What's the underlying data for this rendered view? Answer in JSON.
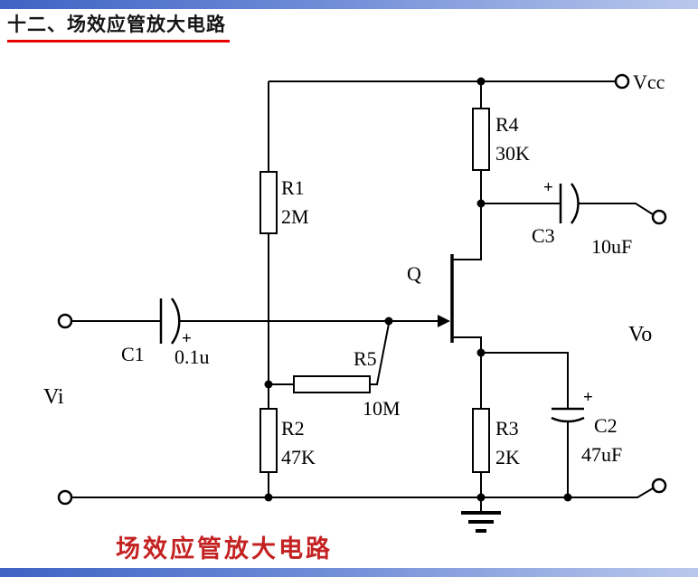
{
  "page": {
    "title": "十二、场效应管放大电路",
    "caption": "场效应管放大电路"
  },
  "colors": {
    "accent_bar_blue": "#3e63c3",
    "title_underline_red": "#e60000",
    "caption_red": "#c42222",
    "wire_black": "#000000"
  },
  "terminals": {
    "vcc": "Vcc",
    "vi": "Vi",
    "vo": "Vo"
  },
  "transistor": {
    "label": "Q"
  },
  "components": {
    "r1": {
      "name": "R1",
      "value": "2M"
    },
    "r2": {
      "name": "R2",
      "value": "47K"
    },
    "r3": {
      "name": "R3",
      "value": "2K"
    },
    "r4": {
      "name": "R4",
      "value": "30K"
    },
    "r5": {
      "name": "R5",
      "value": "10M"
    },
    "c1": {
      "name": "C1",
      "value": "0.1u",
      "polarity": "+"
    },
    "c2": {
      "name": "C2",
      "value": "47uF",
      "polarity": "+"
    },
    "c3": {
      "name": "C3",
      "value": "10uF",
      "polarity": "+"
    }
  }
}
